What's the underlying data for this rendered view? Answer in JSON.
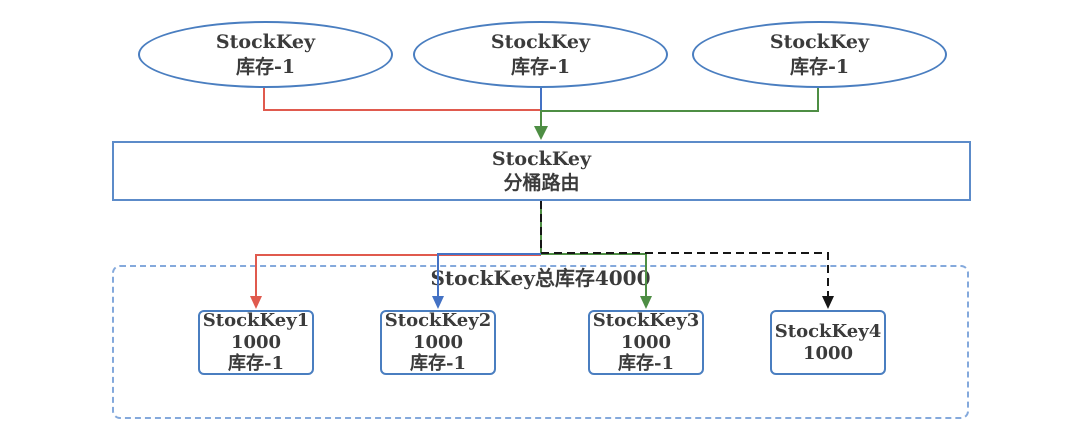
{
  "diagram": {
    "sources": [
      {
        "line1": "StockKey",
        "line2": "库存-1"
      },
      {
        "line1": "StockKey",
        "line2": "库存-1"
      },
      {
        "line1": "StockKey",
        "line2": "库存-1"
      }
    ],
    "router": {
      "line1": "StockKey",
      "line2": "分桶路由"
    },
    "pool": {
      "title": "StockKey总库存4000",
      "buckets": [
        {
          "line1": "StockKey1",
          "line2": "1000",
          "line3": "库存-1"
        },
        {
          "line1": "StockKey2",
          "line2": "1000",
          "line3": "库存-1"
        },
        {
          "line1": "StockKey3",
          "line2": "1000",
          "line3": "库存-1"
        },
        {
          "line1": "StockKey4",
          "line2": "1000"
        }
      ]
    },
    "colors": {
      "flow_red": "#e05a4e",
      "flow_blue": "#4472c4",
      "flow_green": "#4e8e44",
      "flow_black": "#161616",
      "node_border": "#4a7ec0",
      "router_border": "#5c8bc9",
      "pool_border": "#84a9dc",
      "text_color": "#3b3b3b"
    }
  }
}
